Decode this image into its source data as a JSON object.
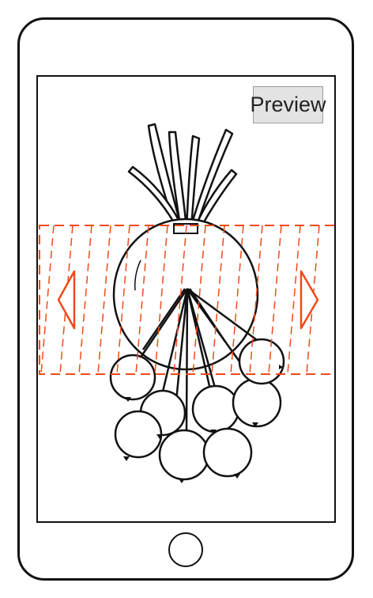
{
  "toolbar": {
    "preview_label": "Preview"
  },
  "icons": {
    "prev": "left-triangle-arrow",
    "next": "right-triangle-arrow",
    "home": "home-button"
  },
  "colors": {
    "accent": "#f04a18",
    "outline": "#111111"
  }
}
